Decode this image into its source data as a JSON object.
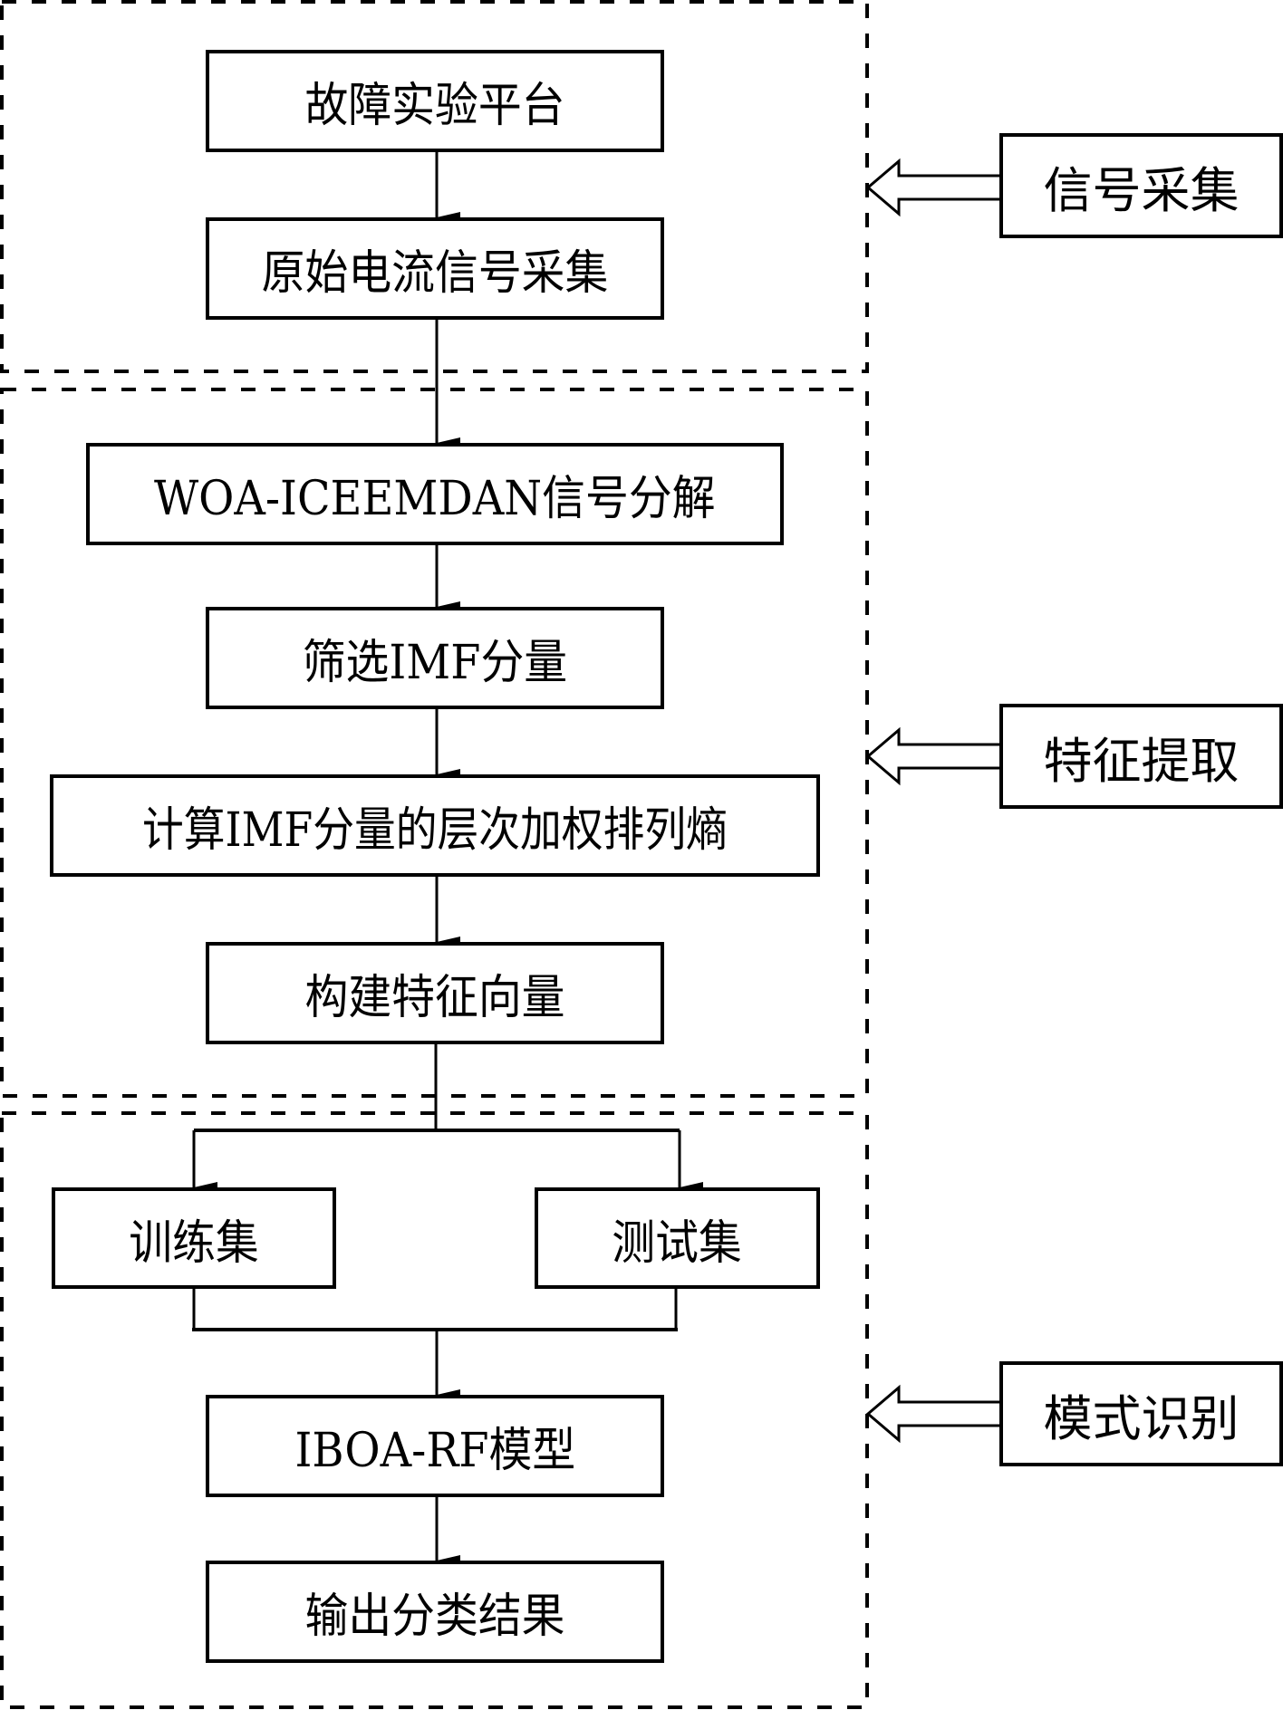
{
  "diagram": {
    "type": "flowchart",
    "sections": [
      {
        "id": "signal",
        "label": "信号采集"
      },
      {
        "id": "feature",
        "label": "特征提取"
      },
      {
        "id": "pattern",
        "label": "模式识别"
      }
    ],
    "nodes": {
      "fault_platform": "故障实验平台",
      "raw_current": "原始电流信号采集",
      "woa_iceemdan": "WOA-ICEEMDAN信号分解",
      "select_imf": "筛选IMF分量",
      "compute_entropy": "计算IMF分量的层次加权排列熵",
      "feature_vector": "构建特征向量",
      "train_set": "训练集",
      "test_set": "测试集",
      "iboa_rf": "IBOA-RF模型",
      "output": "输出分类结果"
    },
    "edges": [
      [
        "fault_platform",
        "raw_current"
      ],
      [
        "raw_current",
        "woa_iceemdan"
      ],
      [
        "woa_iceemdan",
        "select_imf"
      ],
      [
        "select_imf",
        "compute_entropy"
      ],
      [
        "compute_entropy",
        "feature_vector"
      ],
      [
        "feature_vector",
        "train_set"
      ],
      [
        "feature_vector",
        "test_set"
      ],
      [
        "train_set",
        "iboa_rf"
      ],
      [
        "test_set",
        "iboa_rf"
      ],
      [
        "iboa_rf",
        "output"
      ]
    ]
  }
}
